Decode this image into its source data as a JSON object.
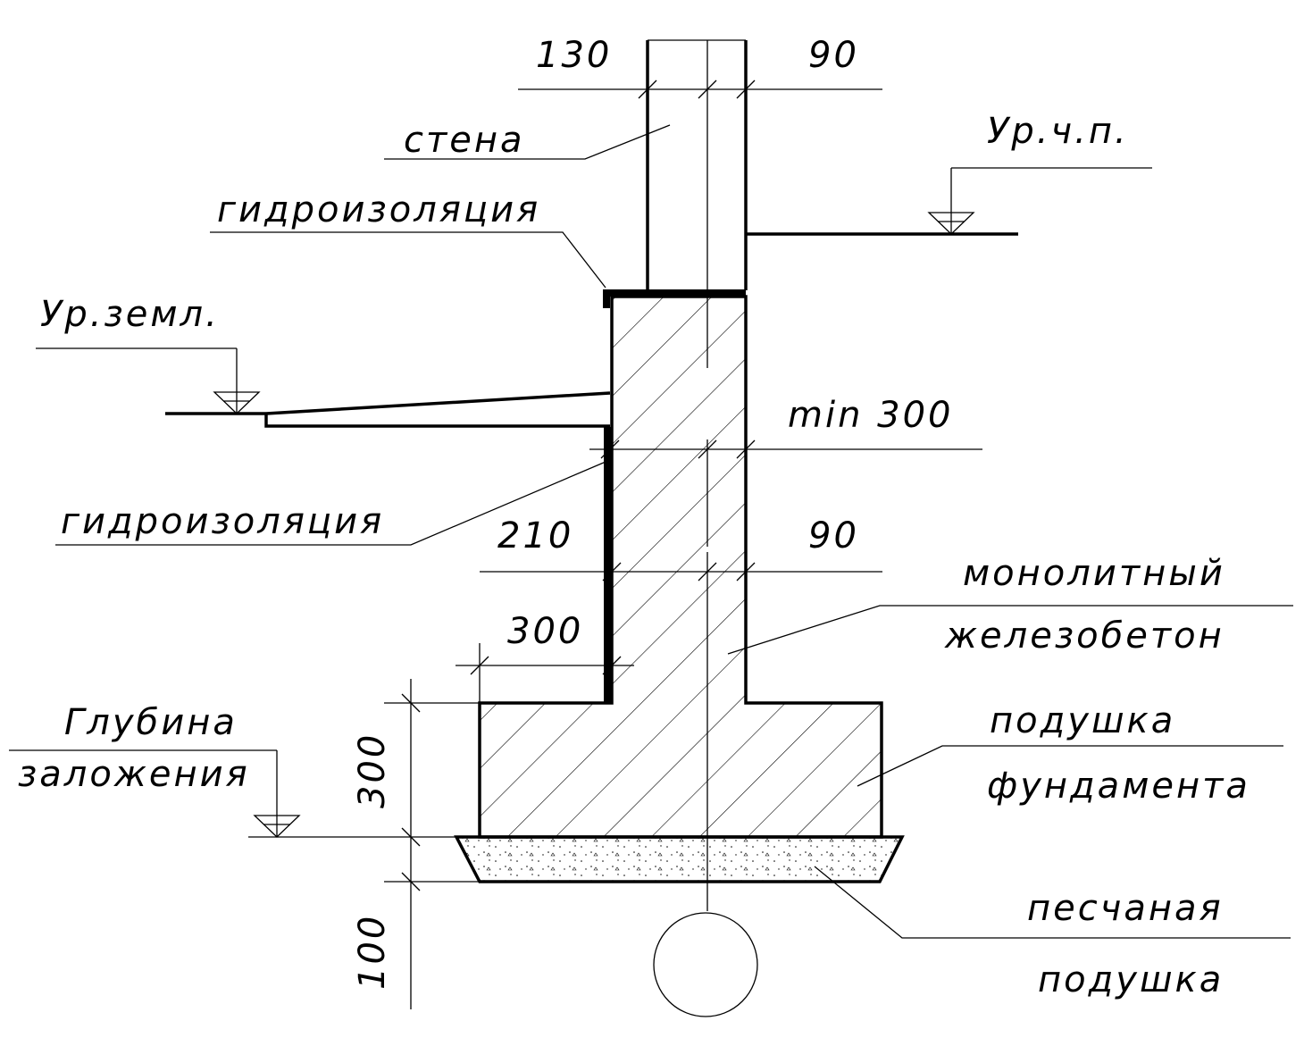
{
  "labels": {
    "wall": "стена",
    "waterproofing_top": "гидроизоляция",
    "floor_level": "Ур.ч.п.",
    "ground_level": "Ур.земл.",
    "waterproofing_side": "гидроизоляция",
    "concrete_line1": "монолитный",
    "concrete_line2": "железобетон",
    "footing_line1": "подушка",
    "footing_line2": "фундамента",
    "depth_line1": "Глубина",
    "depth_line2": "заложения",
    "sand_line1": "песчаная",
    "sand_line2": "подушка"
  },
  "dimensions": {
    "wall_left": "130",
    "wall_right": "90",
    "min_height": "min 300",
    "stem_left": "210",
    "stem_right": "90",
    "footing_offset": "300",
    "footing_height": "300",
    "sand_height": "100"
  }
}
